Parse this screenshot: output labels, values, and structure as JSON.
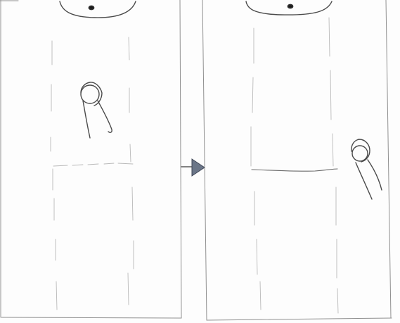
{
  "sketch": {
    "frames": [
      {
        "name": "before",
        "gesture": "touch-and-hold",
        "icons": [
          "speaker-notch-icon",
          "finger-touch-icon"
        ]
      },
      {
        "name": "after",
        "gesture": "drag-right",
        "icons": [
          "speaker-notch-icon",
          "finger-touch-icon"
        ]
      }
    ],
    "transition_icon": "right-arrow-icon",
    "colors": {
      "paper": "#fdfdfd",
      "pencil": "#8f8f8f",
      "pen": "#4a4a4a",
      "arrow": "#6b7688"
    }
  }
}
